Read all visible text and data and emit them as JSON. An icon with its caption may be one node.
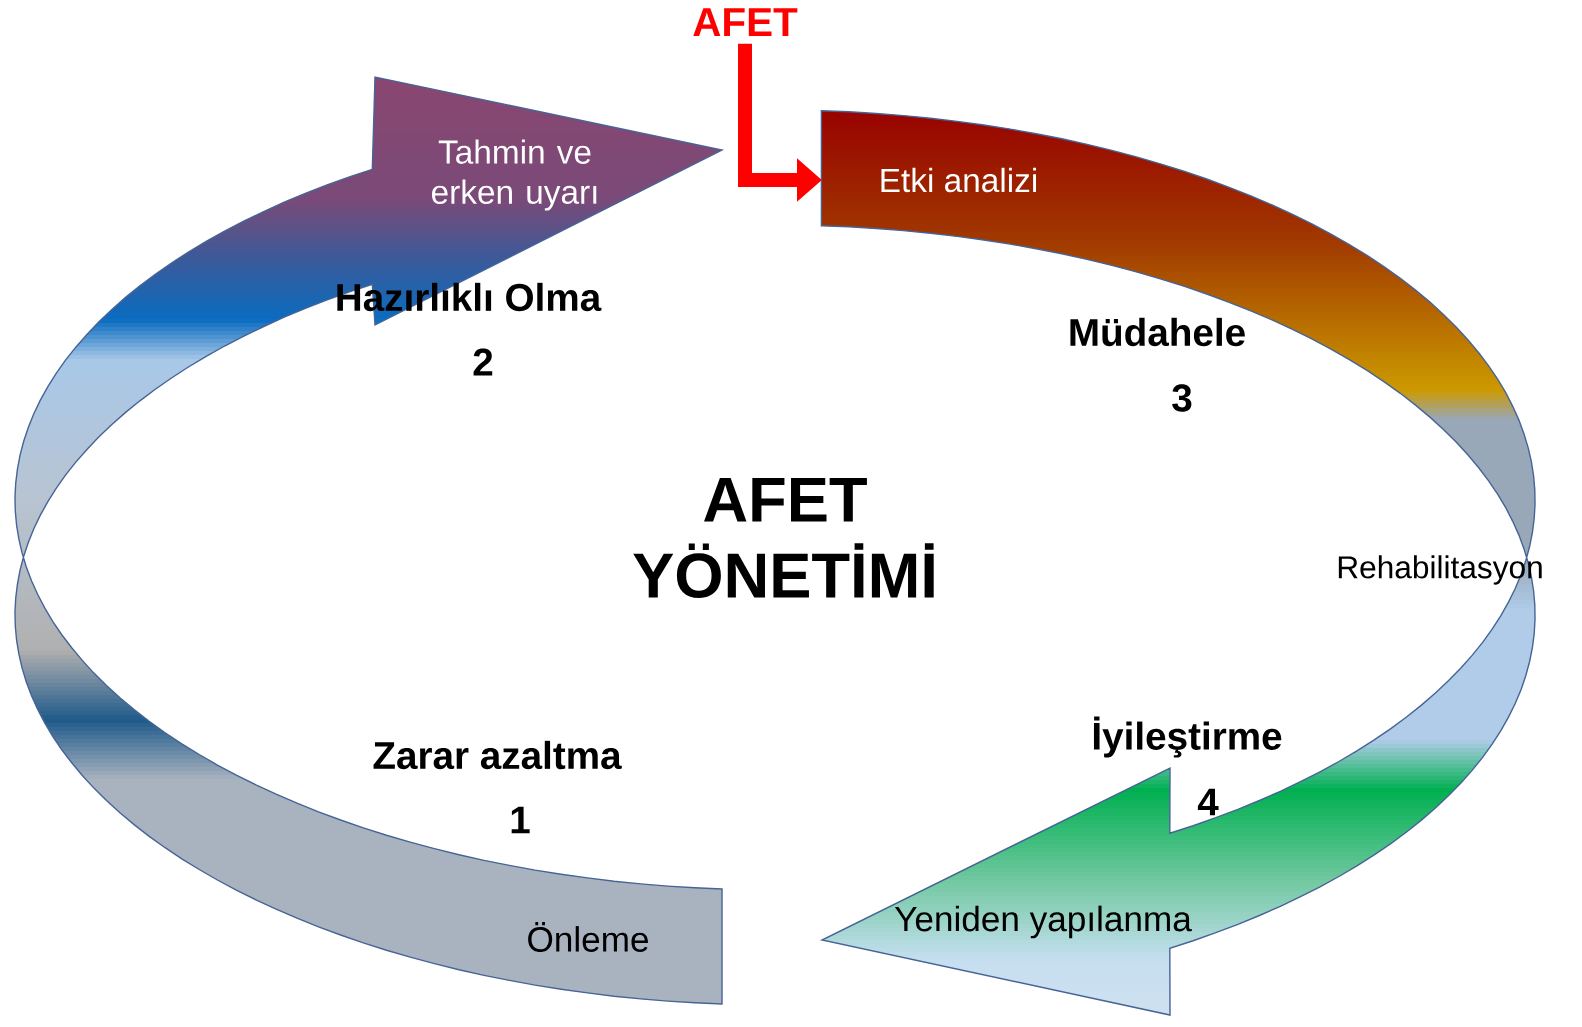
{
  "diagram": {
    "title": "AFET YÖNETİMİ",
    "nodes": [
      {
        "text": [
          "AFET"
        ]
      },
      {
        "text": [
          "Etki analizi"
        ]
      }
    ],
    "edges": [
      {
        "from": 0,
        "to": 1,
        "arrow": "to"
      }
    ],
    "labels": [
      "Tahmin ve erken uyarı",
      "Hazırlıklı Olma",
      "2",
      "Müdahele",
      "3",
      "Rehabilitasyon",
      "İyileştirme",
      "4",
      "Zarar azaltma",
      "1",
      "Yeniden yapılanma",
      "Önleme"
    ]
  }
}
